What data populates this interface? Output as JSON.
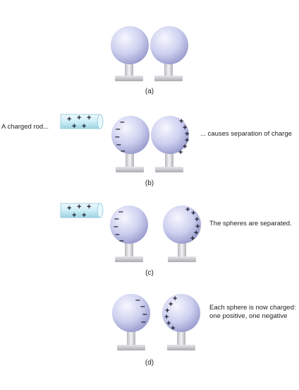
{
  "panels": [
    {
      "id": "a",
      "label": "(a)",
      "annotations": []
    },
    {
      "id": "b",
      "label": "(b)",
      "annotations": [
        "A charged rod...",
        "... causes separation of charge"
      ]
    },
    {
      "id": "c",
      "label": "(c)",
      "annotations": [
        "The spheres are separated."
      ]
    },
    {
      "id": "d",
      "label": "(d)",
      "annotations": [
        "Each sphere is now charged:",
        "one positive, one negative"
      ]
    }
  ],
  "charges": {
    "positive": "+",
    "negative": "–"
  },
  "colors": {
    "sphere_light": "#f2f2ff",
    "sphere_mid": "#c9cbee",
    "sphere_dark": "#8f92c6",
    "stand": "#d9d9dd",
    "rod": "#d6f0f7"
  }
}
